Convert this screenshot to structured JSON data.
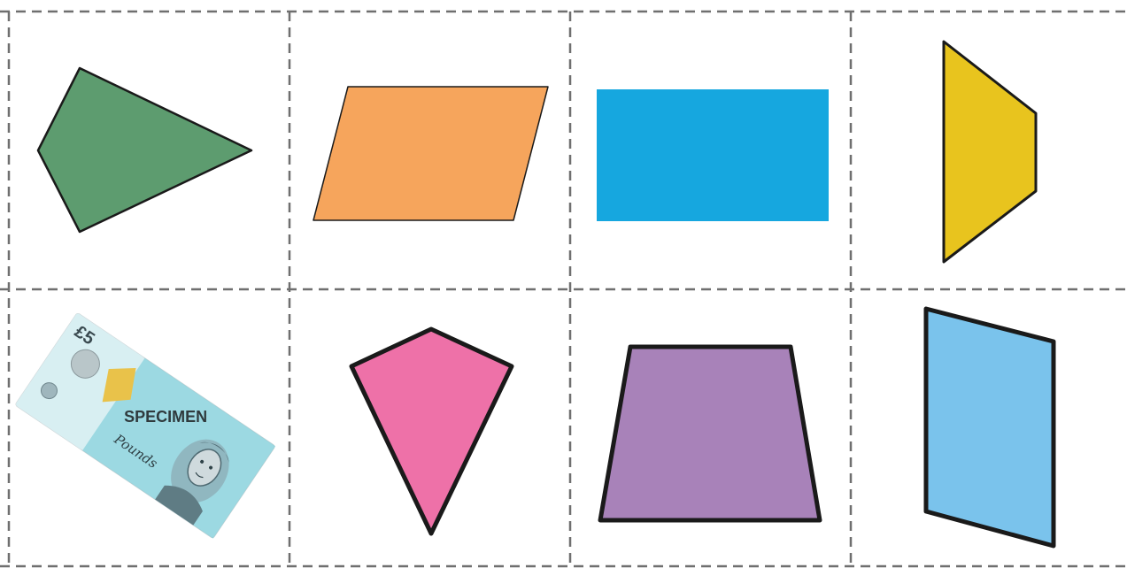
{
  "cards": [
    {
      "shape": "irregular-quadrilateral",
      "fill": "#5d9c6f"
    },
    {
      "shape": "parallelogram",
      "fill": "#f6a55c"
    },
    {
      "shape": "rectangle",
      "fill": "#16a7df"
    },
    {
      "shape": "trapezium",
      "fill": "#e8c41e"
    },
    {
      "shape": "banknote",
      "banknote": {
        "denomination": "£5",
        "specimen_label": "SPECIMEN",
        "script_text": "Pounds"
      }
    },
    {
      "shape": "kite",
      "fill": "#ee71a8"
    },
    {
      "shape": "trapezium",
      "fill": "#a882b9"
    },
    {
      "shape": "parallelogram",
      "fill": "#7ac3ec"
    }
  ],
  "colors": {
    "outline": "#1a1a1a",
    "cut_line": "#6f6f6f",
    "note_teal": "#6cc9d6",
    "note_pale": "#d8eef2"
  }
}
